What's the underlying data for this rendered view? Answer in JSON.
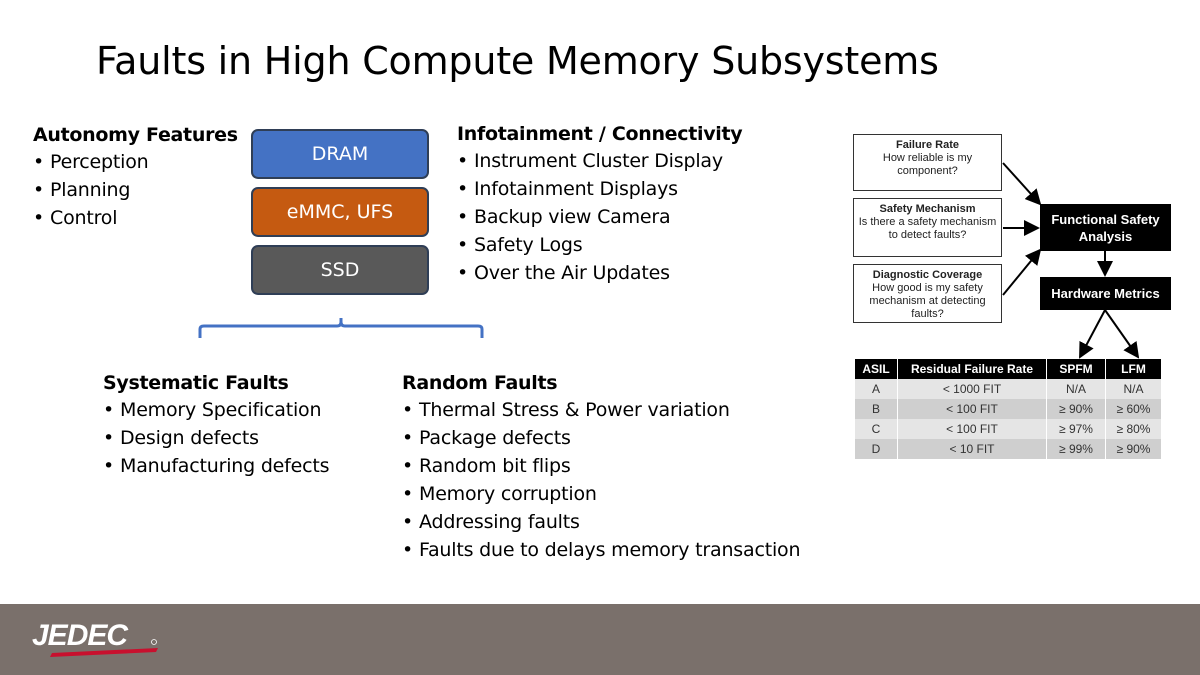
{
  "title": "Faults in High Compute Memory Subsystems",
  "autonomy": {
    "heading": "Autonomy Features",
    "items": [
      "Perception",
      "Planning",
      "Control"
    ]
  },
  "memory_stack": {
    "dram": "DRAM",
    "emmc": "eMMC, UFS",
    "ssd": "SSD",
    "colors": {
      "dram": "#4472c4",
      "emmc": "#c55a11",
      "ssd": "#595959"
    }
  },
  "infotainment": {
    "heading": "Infotainment / Connectivity",
    "items": [
      "Instrument Cluster Display",
      "Infotainment Displays",
      "Backup view Camera",
      "Safety Logs",
      "Over the Air Updates"
    ]
  },
  "systematic": {
    "heading": "Systematic Faults",
    "items": [
      "Memory Specification",
      "Design defects",
      "Manufacturing defects"
    ]
  },
  "random": {
    "heading": "Random Faults",
    "items": [
      "Thermal Stress & Power variation",
      "Package defects",
      "Random bit flips",
      "Memory corruption",
      "Addressing faults",
      "Faults due to delays memory transaction"
    ]
  },
  "figure": {
    "failure_rate": {
      "title": "Failure Rate",
      "text": "How reliable is my component?"
    },
    "safety_mechanism": {
      "title": "Safety Mechanism",
      "text": "Is there a safety mechanism to detect faults?"
    },
    "diagnostic_coverage": {
      "title": "Diagnostic Coverage",
      "text": "How good is my safety mechanism at detecting faults?"
    },
    "fsa": "Functional Safety Analysis",
    "hw_metrics": "Hardware Metrics"
  },
  "asil_table": {
    "headers": [
      "ASIL",
      "Residual Failure Rate",
      "SPFM",
      "LFM"
    ],
    "rows": [
      [
        "A",
        "< 1000 FIT",
        "N/A",
        "N/A"
      ],
      [
        "B",
        "< 100 FIT",
        "≥ 90%",
        "≥ 60%"
      ],
      [
        "C",
        "< 100 FIT",
        "≥ 97%",
        "≥ 80%"
      ],
      [
        "D",
        "< 10 FIT",
        "≥ 99%",
        "≥ 90%"
      ]
    ]
  },
  "footer": {
    "logo_text": "JEDEC",
    "accent": "#c8102e",
    "background": "#7a706b"
  }
}
